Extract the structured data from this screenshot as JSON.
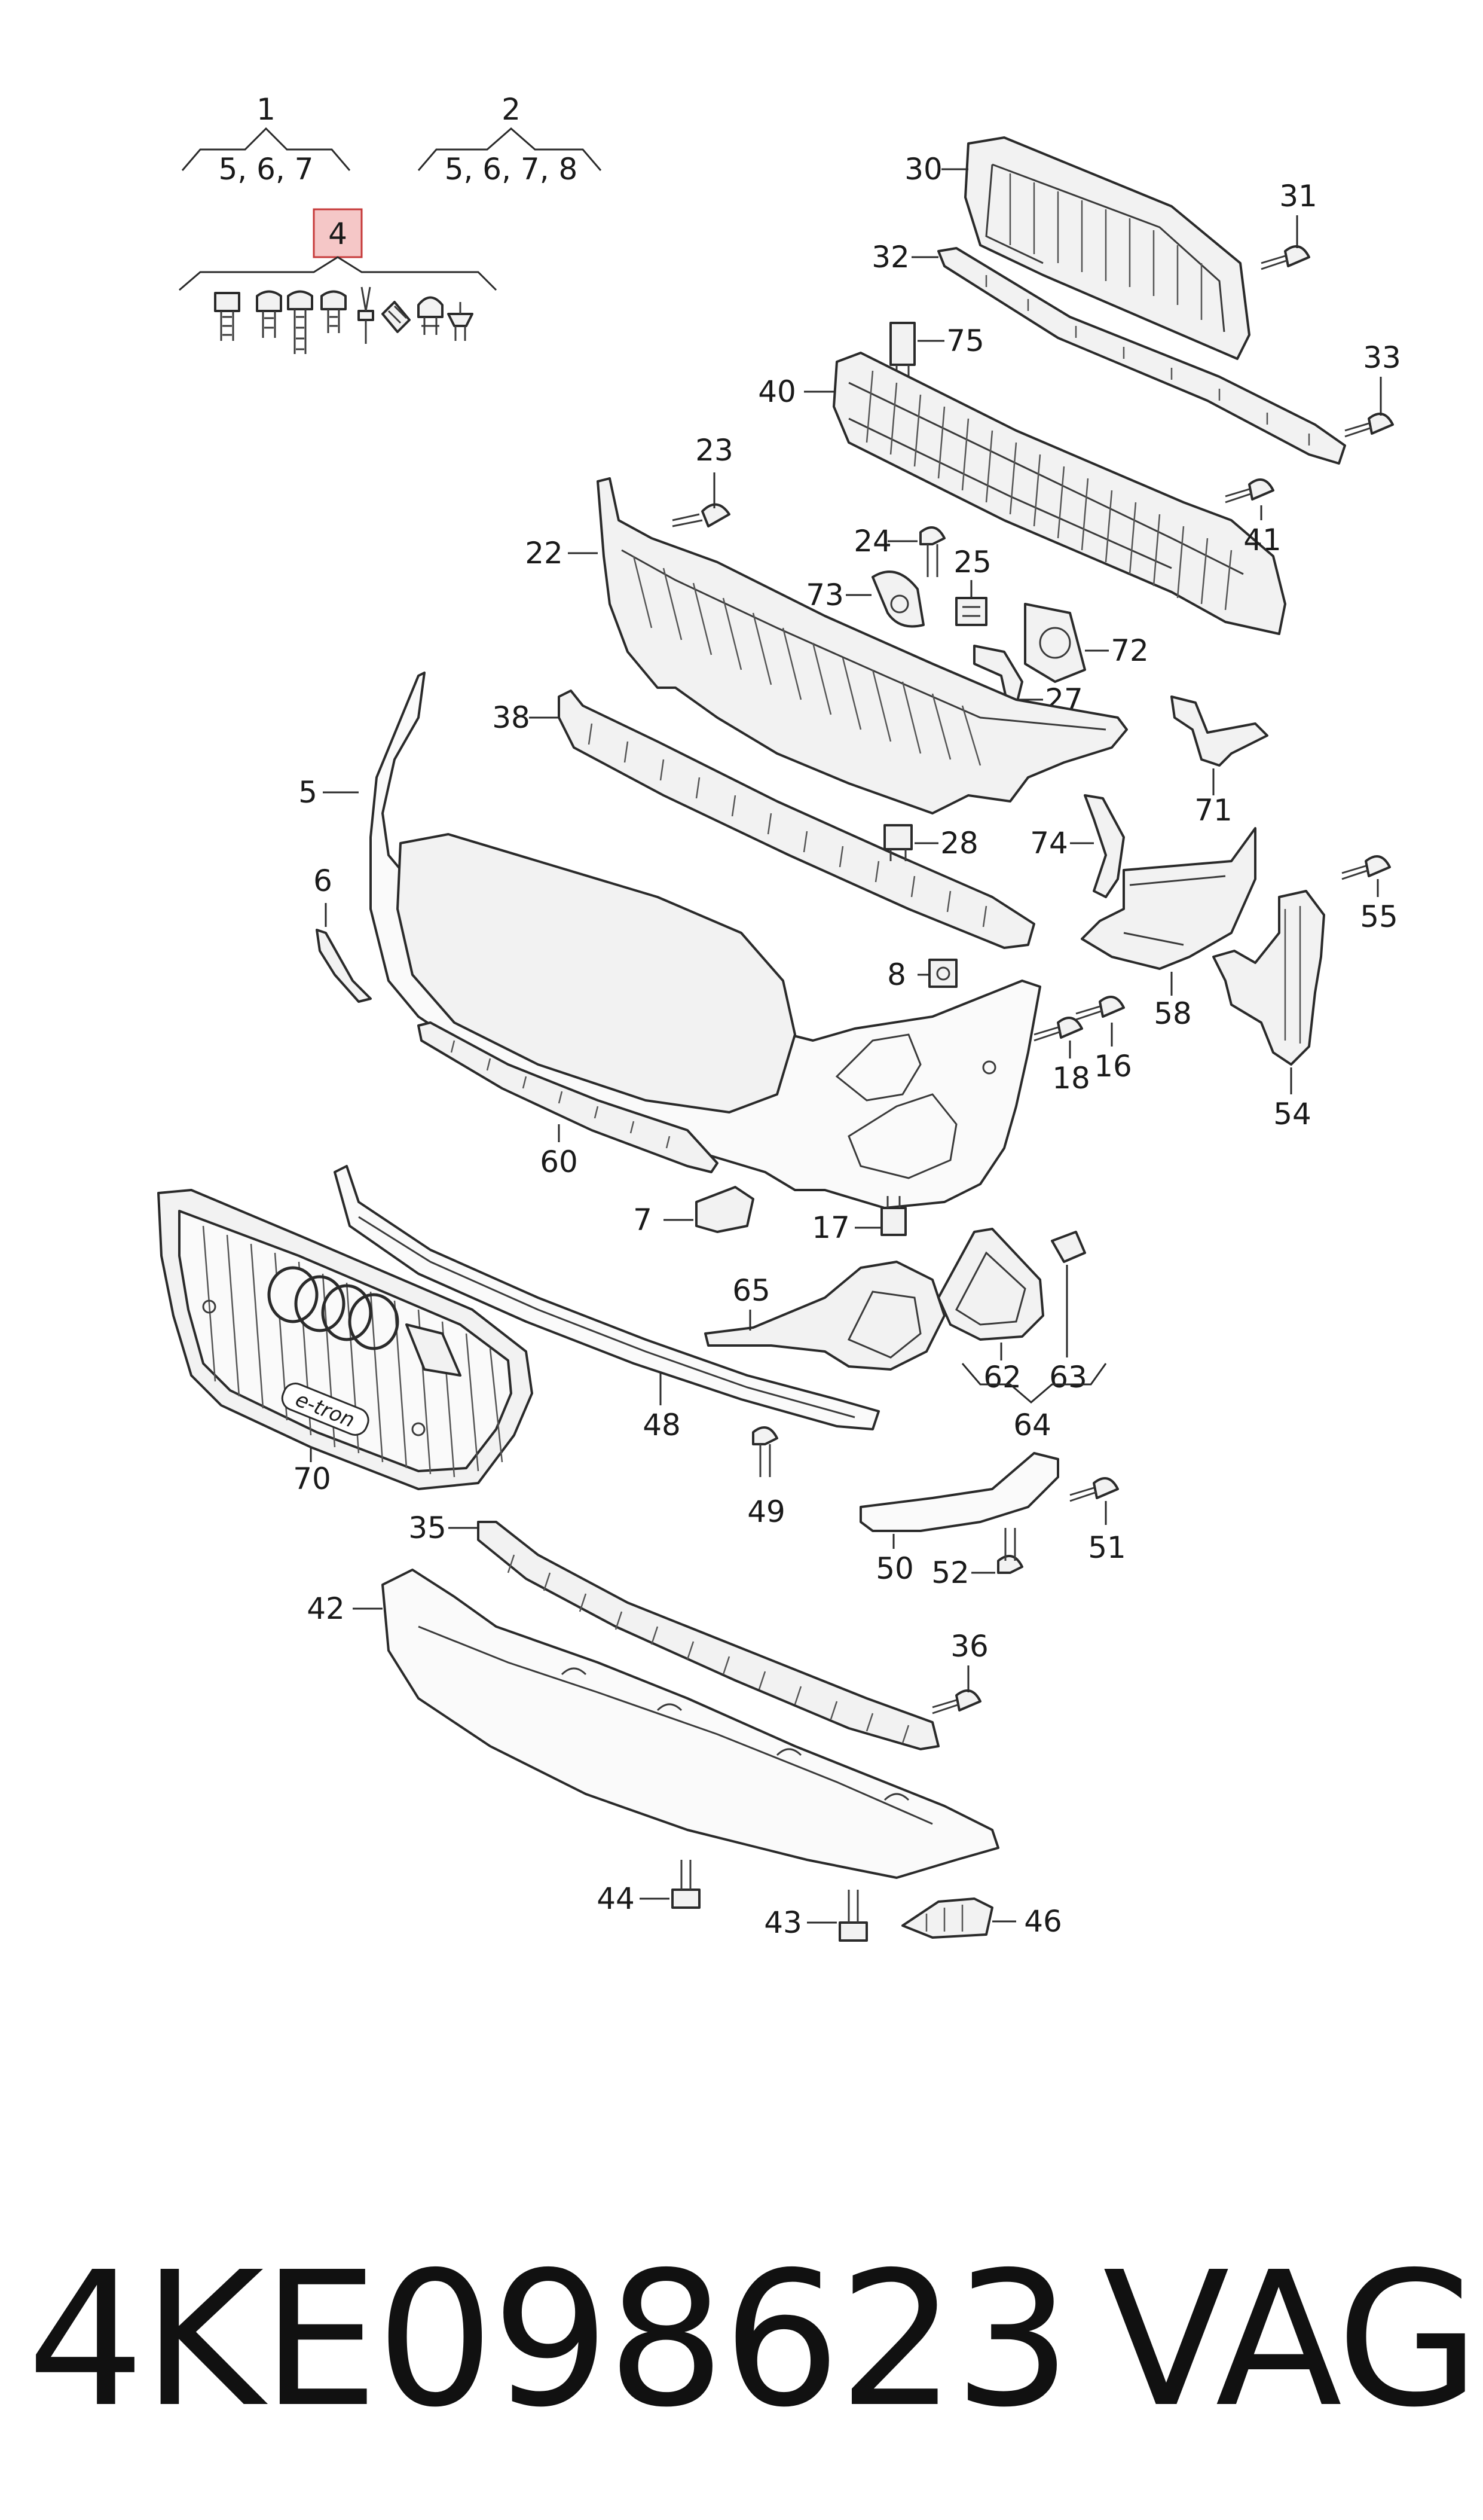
{
  "colors": {
    "highlight_fill": "#f5c7c7",
    "highlight_stroke": "#c63a3a",
    "line": "#2a2a2a",
    "text": "#1a1a1a"
  },
  "groups": {
    "g1_title": "1",
    "g1_items": "5, 6, 7",
    "g2_title": "2",
    "g2_items": "5, 6, 7, 8",
    "g4_title": "4",
    "g64_title": "64"
  },
  "labels": {
    "p30": "30",
    "p31": "31",
    "p32": "32",
    "p33": "33",
    "p75": "75",
    "p40": "40",
    "p41": "41",
    "p23": "23",
    "p22": "22",
    "p24": "24",
    "p25": "25",
    "p73": "73",
    "p72": "72",
    "p27": "27",
    "p38": "38",
    "p71": "71",
    "p5": "5",
    "p28": "28",
    "p74": "74",
    "p6": "6",
    "p55": "55",
    "p8": "8",
    "p58": "58",
    "p16": "16",
    "p18": "18",
    "p54": "54",
    "p60": "60",
    "p7": "7",
    "p17": "17",
    "p65": "65",
    "p62": "62",
    "p63": "63",
    "p48": "48",
    "p70": "70",
    "p49": "49",
    "p35": "35",
    "p50": "50",
    "p52": "52",
    "p51": "51",
    "p42": "42",
    "p36": "36",
    "p44": "44",
    "p43": "43",
    "p46": "46"
  },
  "grille_badge": "e-tron",
  "footer": {
    "part_number": "4KE098623",
    "brand": "VAG"
  }
}
